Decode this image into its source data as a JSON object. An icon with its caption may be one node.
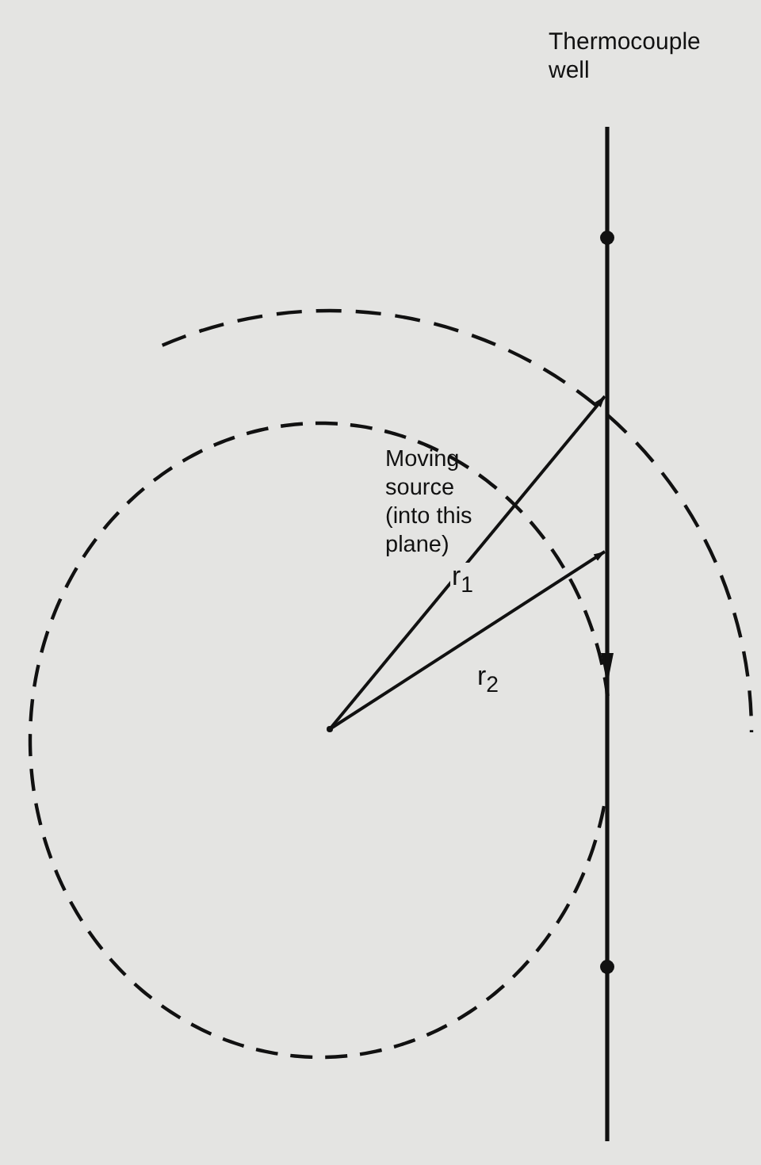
{
  "diagram": {
    "nodes": [
      {
        "text": [
          "Thermocouple well"
        ]
      },
      {
        "text": [],
        "shape": "point"
      }
    ],
    "labels": [
      "Moving source (into this plane)"
    ],
    "edges": [
      {
        "from": 1,
        "to": 0,
        "arrow": "to",
        "label": "r$_{1}$"
      },
      {
        "from": 1,
        "to": 0,
        "arrow": "to",
        "label": "r$_{2}$"
      }
    ]
  }
}
